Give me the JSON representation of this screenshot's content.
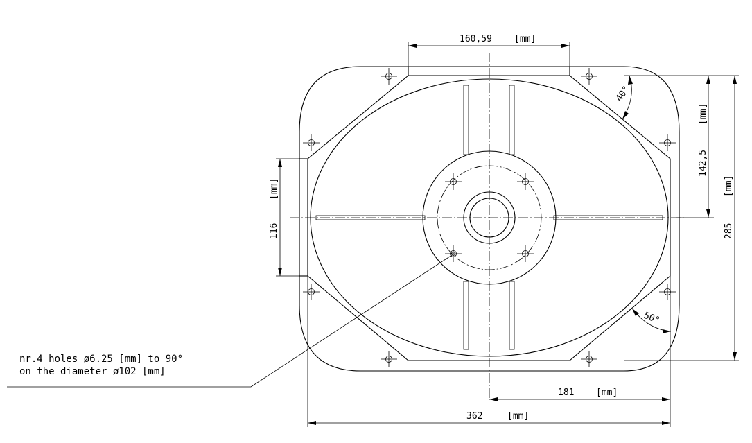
{
  "dimensions": {
    "top_width": "160,59",
    "top_width_unit": "[mm]",
    "right_short": "142,5",
    "right_short_unit": "[mm]",
    "right_total": "285",
    "right_total_unit": "[mm]",
    "left_height": "116",
    "left_height_unit": "[mm]",
    "half_width": "181",
    "half_width_unit": "[mm]",
    "total_width": "362",
    "total_width_unit": "[mm]",
    "angle_top": "40°",
    "angle_bottom": "50°"
  },
  "note": {
    "line1": "nr.4 holes ø6.25 [mm] to 90°",
    "line2": "on the diameter ø102 [mm]"
  }
}
